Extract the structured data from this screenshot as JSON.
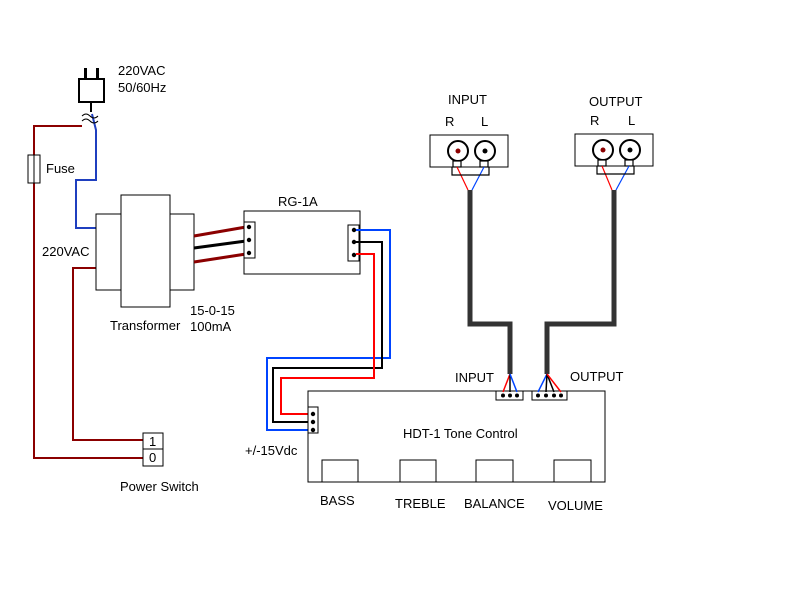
{
  "supply": {
    "plug_voltage": "220VAC",
    "plug_freq": "50/60Hz",
    "fuse_label": "Fuse",
    "primary_label": "220VAC"
  },
  "transformer": {
    "label": "Transformer",
    "rating_voltage": "15-0-15",
    "rating_current": "100mA"
  },
  "regulator": {
    "label": "RG-1A"
  },
  "switch": {
    "label": "Power Switch",
    "on": "1",
    "off": "0"
  },
  "dc_label": "+/-15Vdc",
  "tone_control": {
    "label": "HDT-1 Tone Control",
    "input_label": "INPUT",
    "output_label": "OUTPUT",
    "controls": [
      "BASS",
      "TREBLE",
      "BALANCE",
      "VOLUME"
    ]
  },
  "jacks": {
    "input_title": "INPUT",
    "output_title": "OUTPUT",
    "right": "R",
    "left": "L"
  },
  "colors": {
    "ac_wire": "#8b0000",
    "neutral_wire": "#1f3fbf",
    "dc_positive": "#ff0000",
    "dc_negative": "#0044ff",
    "ground": "#000000",
    "shielded_cable": "#333333"
  }
}
